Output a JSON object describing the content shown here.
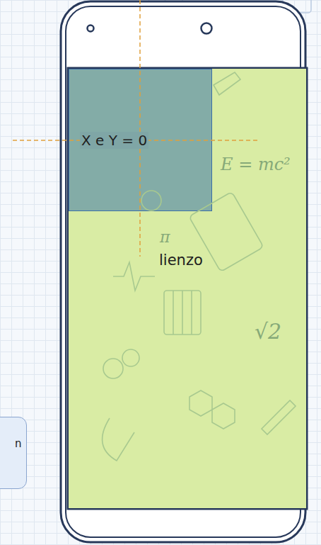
{
  "diagram": {
    "nodes": [
      {
        "text": [
          "lienzo"
        ]
      },
      {
        "text": [
          "X e Y = 0"
        ],
        "in": 0
      },
      {
        "text": [
          "n"
        ]
      }
    ],
    "labels": [
      "E = mc²",
      "π",
      "√2"
    ]
  }
}
